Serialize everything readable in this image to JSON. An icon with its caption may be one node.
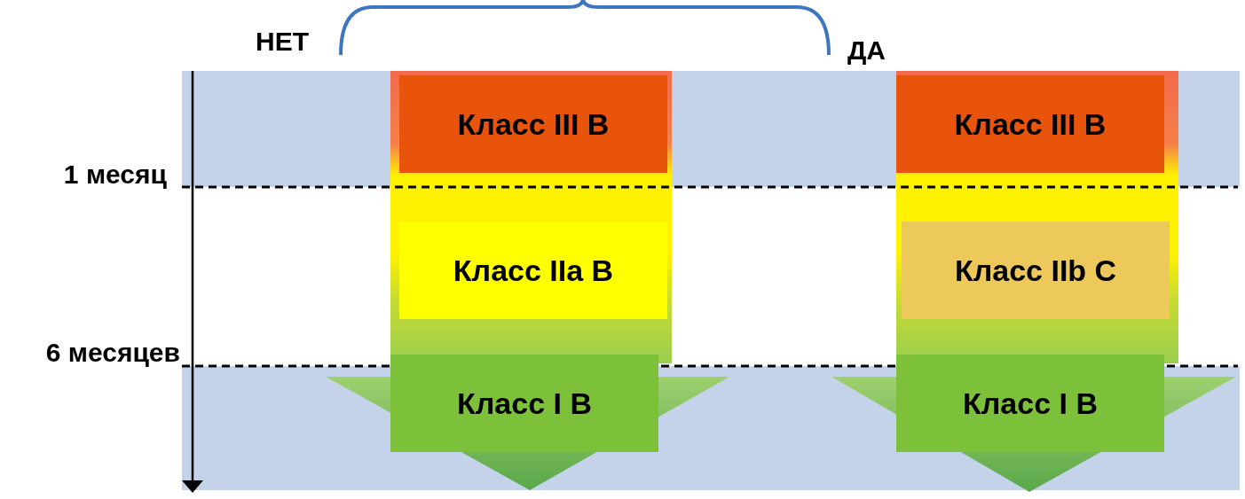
{
  "diagram": {
    "nodes": [
      {
        "text": [
          "Класс III B"
        ]
      },
      {
        "text": [
          "Класс IIa B"
        ]
      },
      {
        "text": [
          "Класс I B"
        ]
      },
      {
        "text": [
          "Класс III B"
        ]
      },
      {
        "text": [
          "Класс IIb C"
        ]
      },
      {
        "text": [
          "Класс I B"
        ]
      }
    ],
    "edges": [],
    "labels": [
      "НЕТ",
      "ДА",
      "1 месяц",
      "6 месяцев"
    ]
  }
}
